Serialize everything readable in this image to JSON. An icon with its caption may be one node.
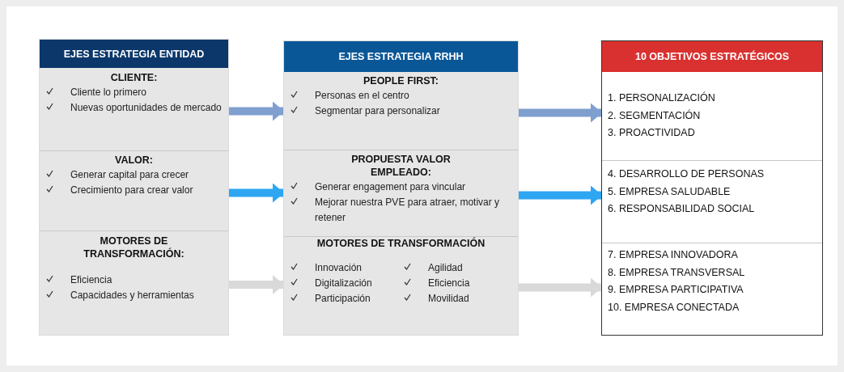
{
  "diagram": {
    "nodes": [
      {
        "text": [
          "EJES ESTRATEGIA ENTIDAD"
        ]
      },
      {
        "text": [
          "CLIENTE:",
          "Cliente lo primero",
          "Nuevas oportunidades de mercado"
        ],
        "in": 0
      },
      {
        "text": [
          "**VALOR**:",
          "Generar capital para crecer",
          "Crecimiento para crear valor"
        ],
        "in": 0
      },
      {
        "text": [
          "**MOTORES DE TRANSFORMACIÓN**:",
          "Eficiencia",
          "Capacidades y herramientas"
        ],
        "in": 0
      },
      {
        "text": [
          "EJES ESTRATEGIA RRHH"
        ]
      },
      {
        "text": [
          "PEOPLE FIRST:",
          "Personas en el centro",
          "Segmentar para personalizar"
        ],
        "in": 4
      },
      {
        "text": [
          "**PROPUESTA VALOR EMPLEADO**:",
          "Generar engagement para vincular",
          "Mejorar nuestra PVE para atraer, motivar y retener"
        ],
        "in": 4
      },
      {
        "text": [
          "MOTORES DE TRANSFORMACIÓN",
          "Innovación",
          "Agilidad",
          "Digitalización",
          "Eficiencia",
          "Participación",
          "Movilidad"
        ],
        "in": 4
      },
      {
        "text": [
          "10 OBJETIVOS ESTRATÉGICOS"
        ]
      },
      {
        "text": [
          "1. PERSONALIZACIÓN",
          "2. SEGMENTACIÓN",
          "3. PROACTIVIDAD"
        ],
        "in": 8
      },
      {
        "text": [
          "4. DESARROLLO DE PERSONAS",
          "5. EMPRESA SALUDABLE",
          "6. RESPONSABILIDAD SOCIAL"
        ],
        "in": 8
      },
      {
        "text": [
          "7. EMPRESA INNOVADORA",
          "8. EMPRESA TRANSVERSAL",
          "9. EMPRESA PARTICIPATIVA",
          "10. EMPRESA CONECTADA"
        ],
        "in": 8
      }
    ],
    "edges": [
      {
        "from": 1,
        "to": 5,
        "arrow": "to",
        "color": "#7f9fcf"
      },
      {
        "from": 2,
        "to": 6,
        "arrow": "to",
        "color": "#2ea6f2"
      },
      {
        "from": 3,
        "to": 7,
        "arrow": "to",
        "color": "#d9d9d9"
      },
      {
        "from": 5,
        "to": 9,
        "arrow": "to",
        "color": "#7f9fcf"
      },
      {
        "from": 6,
        "to": 10,
        "arrow": "to",
        "color": "#2ea6f2"
      },
      {
        "from": 7,
        "to": 11,
        "arrow": "to",
        "color": "#d9d9d9"
      }
    ]
  }
}
